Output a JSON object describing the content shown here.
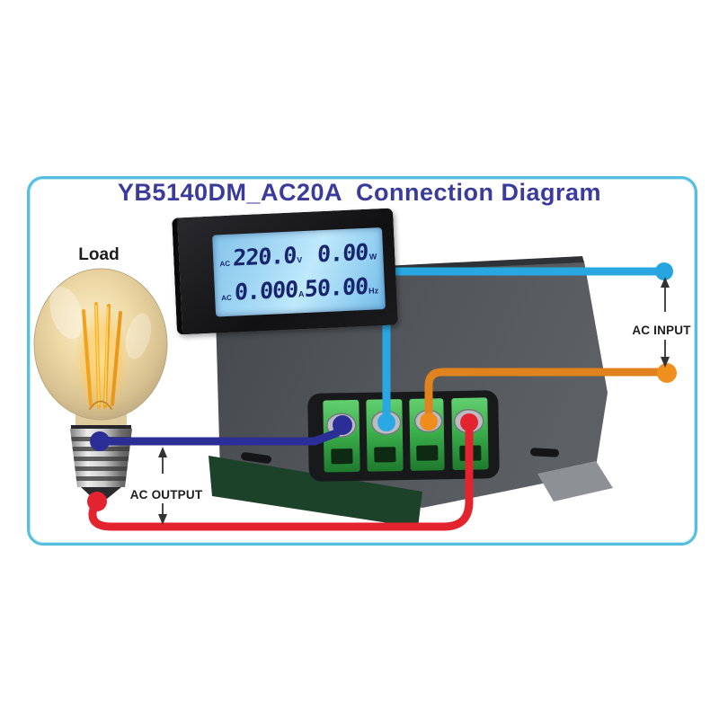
{
  "title": "YB5140DM_AC20A  Connection Diagram",
  "load_label": "Load",
  "ac_input_label": "AC INPUT",
  "ac_output_label": "AC OUTPUT",
  "meter": {
    "rows": [
      {
        "mode": "AC",
        "value": "220.0",
        "unit": "V",
        "value2": "0.00",
        "unit2": "W"
      },
      {
        "mode": "AC",
        "value": "0.000",
        "unit": "A",
        "value2": "50.00",
        "unit2": "Hz"
      }
    ]
  },
  "wires": [
    {
      "name": "load-line",
      "color": "#2b2e96",
      "terminal": 1
    },
    {
      "name": "ac-input-live",
      "color": "#28a7e2",
      "terminal": 2
    },
    {
      "name": "ac-input-neutral",
      "color": "#ef8f1e",
      "terminal": 3
    },
    {
      "name": "load-return",
      "color": "#e3242e",
      "terminal": 4
    }
  ],
  "colors": {
    "frame_border": "#54bedf",
    "title_text": "#3b3b9d",
    "device_gray": "#4e5256",
    "terminal_green": "#3cb04c",
    "lcd_blue": "#aadcf7",
    "lcd_digits": "#17256f"
  }
}
